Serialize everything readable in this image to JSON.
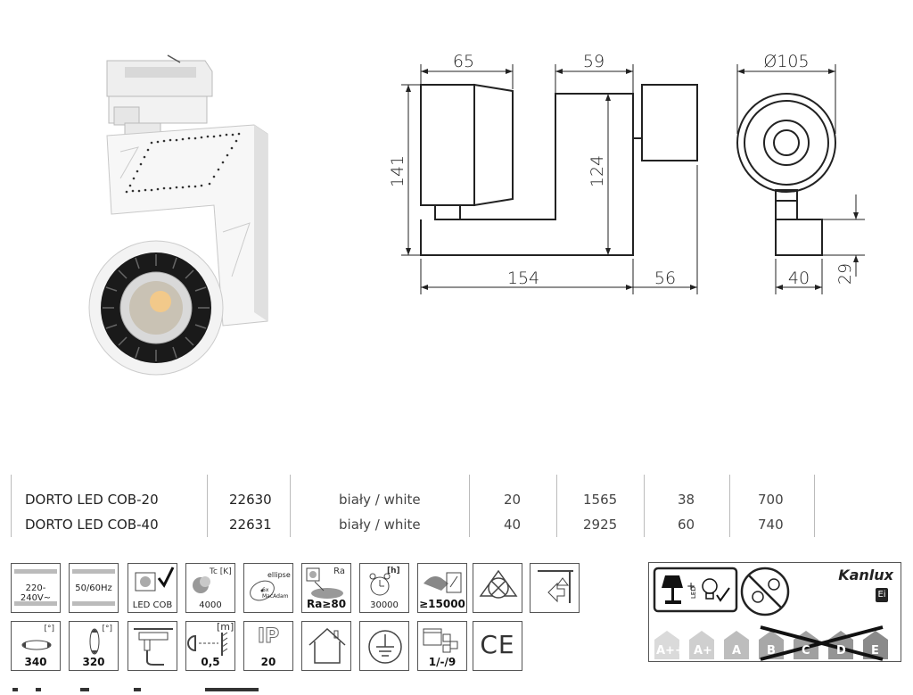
{
  "dimensions": {
    "d65": "65",
    "d59": "59",
    "d105": "Ø105",
    "d141": "141",
    "d124": "124",
    "d154": "154",
    "d56": "56",
    "d40": "40",
    "d29": "29"
  },
  "table": {
    "rows": [
      {
        "name": "DORTO LED COB-20",
        "code": "22630",
        "color": "biały / white",
        "power": "20",
        "lumen": "1565",
        "angle": "38",
        "weight": "700"
      },
      {
        "name": "DORTO LED COB-40",
        "code": "22631",
        "color": "biały / white",
        "power": "40",
        "lumen": "2925",
        "angle": "60",
        "weight": "740"
      }
    ]
  },
  "icons": {
    "voltage": "220-240V~",
    "freq": "50/60Hz",
    "led_cob": "LED COB",
    "tc_unit": "Tc [K]",
    "tc_value": "4000",
    "ellipse_title": "ellipse",
    "ellipse_sub": "6x MacAdam",
    "ra_label": "Ra",
    "ra_value": "Ra≥80",
    "life_unit": "[h]",
    "life_value": "30000",
    "cycles": "≥15000",
    "rot_h_unit": "[°]",
    "rot_h": "340",
    "rot_v_unit": "[°]",
    "rot_v": "320",
    "dist_unit": "[m]",
    "dist_value": "0,5",
    "ip_label": "IP",
    "ip_value": "20",
    "pack": "1/-/9",
    "ce": "CE"
  },
  "energy_label": {
    "brand": "Kanlux",
    "classes": [
      "A++",
      "A+",
      "A",
      "B",
      "C",
      "D",
      "E"
    ]
  },
  "colors": {
    "line": "#222222",
    "icon_border": "#555555",
    "energy_gray": "#b5b5b5",
    "energy_dark": "#8a8a8a"
  }
}
